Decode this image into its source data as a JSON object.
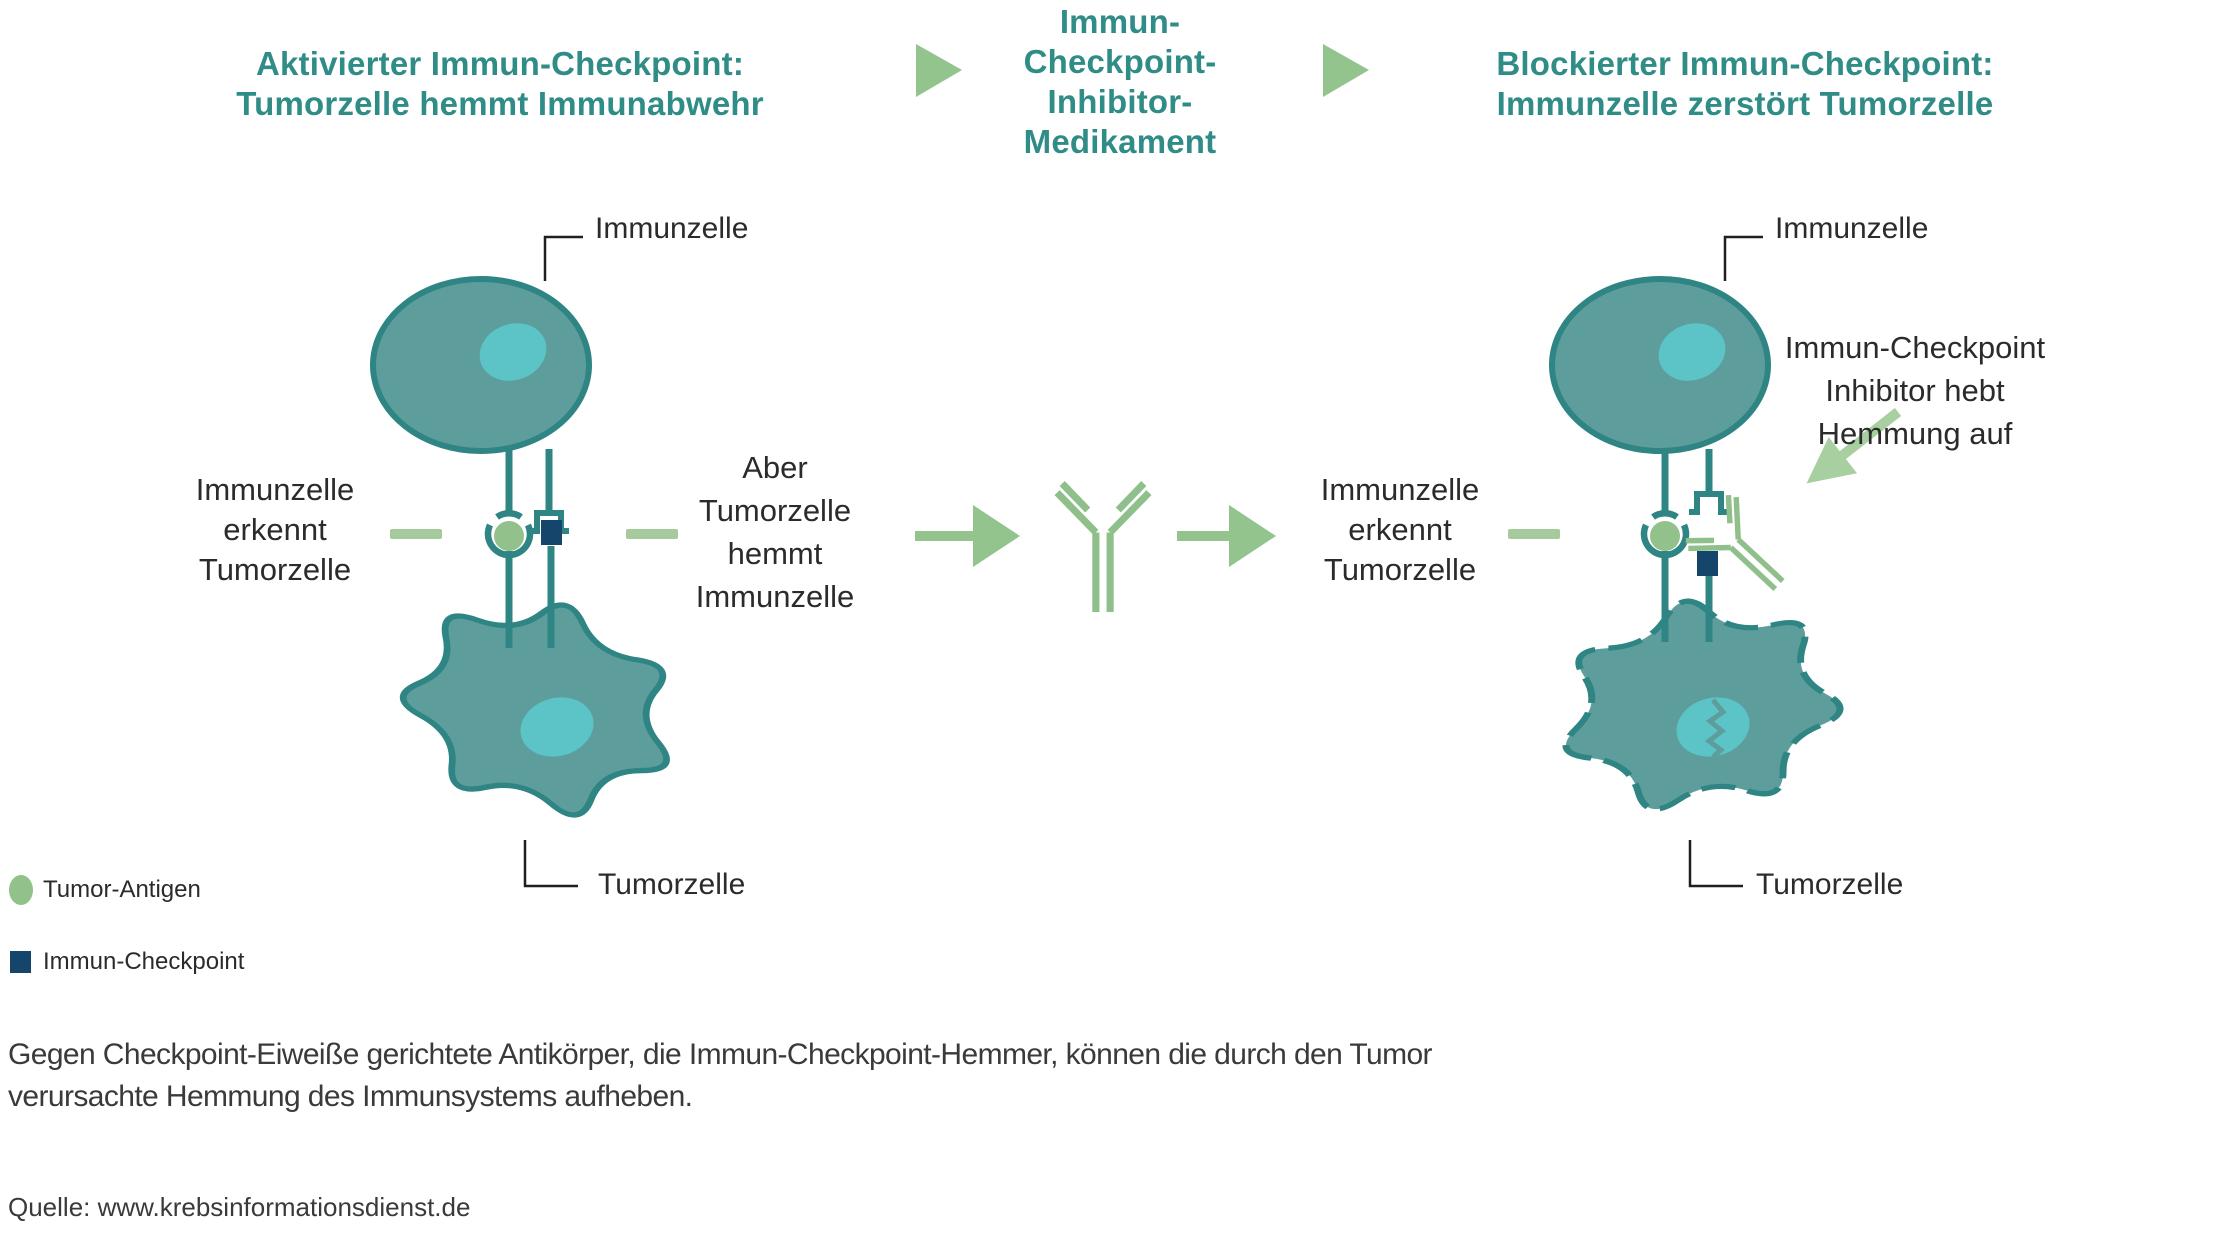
{
  "header": {
    "left_title": "Aktivierter Immun-Checkpoint:\nTumorzelle hemmt Immunabwehr",
    "middle_title": "Immun-\nCheckpoint-\nInhibitor-\nMedikament",
    "right_title": "Blockierter Immun-Checkpoint:\nImmunzelle zerstört Tumorzelle"
  },
  "panel_left": {
    "immune_cell_label": "Immunzelle",
    "recognize_label": "Immunzelle\nerkennt\nTumorzelle",
    "inhibit_label": "Aber\nTumorzelle\nhemmt\nImmunzelle",
    "tumor_cell_label": "Tumorzelle"
  },
  "panel_right": {
    "immune_cell_label": "Immunzelle",
    "recognize_label": "Immunzelle\nerkennt\nTumorzelle",
    "inhibitor_label": "Immun-Checkpoint\nInhibitor hebt\nHemmung auf",
    "tumor_cell_label": "Tumorzelle"
  },
  "legend": {
    "antigen_label": "Tumor-Antigen",
    "checkpoint_label": "Immun-Checkpoint"
  },
  "caption": "Gegen Checkpoint-Eiweiße gerichtete Antikörper, die Immun-Checkpoint-Hemmer, können die durch den Tumor\nverursachte Hemmung des Immunsystems aufheben.",
  "source": "Quelle: www.krebsinformationsdienst.de",
  "colors": {
    "heading_teal": "#2f8c86",
    "cell_fill": "#5d9e9c",
    "cell_border": "#2e8583",
    "nucleus": "#5cc3c7",
    "tumor_antigen_green": "#92c18c",
    "checkpoint_navy": "#15456b",
    "arrow_green": "#94c48e",
    "dash_green": "#a5cb9d",
    "antibody_green": "#8fbf8a",
    "diagonal_arrow_green": "#a8cfa0",
    "text_dark": "#2b2b2b"
  },
  "icons": {
    "antibody": "antibody-y-icon",
    "flow_arrow": "flow-arrow-icon",
    "step_triangle": "step-triangle-icon"
  }
}
